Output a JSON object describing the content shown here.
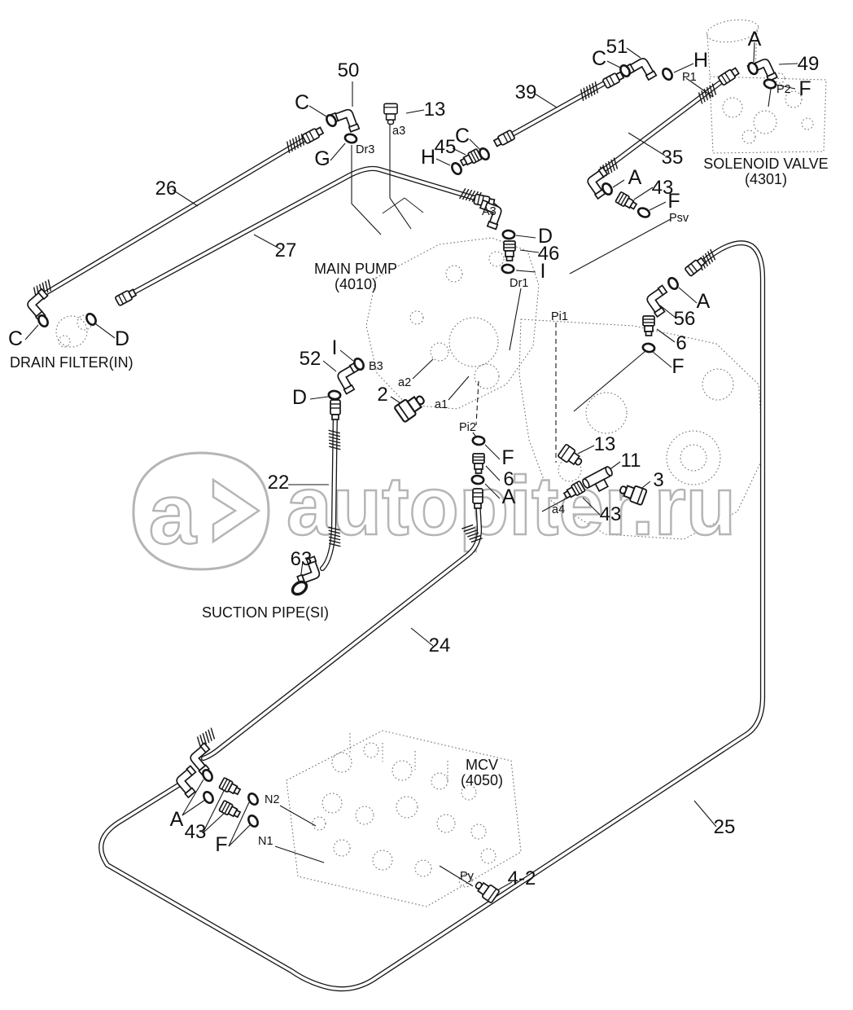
{
  "page": {
    "background": "#ffffff",
    "ink_color": "#161616",
    "watermark_color": "#aeaeae"
  },
  "watermark": {
    "logo_letter": "a",
    "logo_chevron_icon": "chevron-right",
    "brand": "autopiter.ru"
  },
  "components": {
    "main_pump": {
      "name": "MAIN PUMP",
      "code": "(4010)"
    },
    "solenoid_valve": {
      "name": "SOLENOID VALVE",
      "code": "(4301)"
    },
    "mcv": {
      "name": "MCV",
      "code": "(4050)"
    },
    "drain_filter": {
      "name": "DRAIN FILTER(IN)"
    },
    "suction_pipe": {
      "name": "SUCTION PIPE(SI)"
    }
  },
  "part_numbers": [
    "50",
    "13",
    "26",
    "27",
    "39",
    "45",
    "51",
    "49",
    "35",
    "43",
    "46",
    "56",
    "6",
    "52",
    "2",
    "22",
    "63",
    "6",
    "13",
    "11",
    "3",
    "43",
    "24",
    "25",
    "43",
    "4-2"
  ],
  "ref_letters": [
    "C",
    "G",
    "C",
    "H",
    "C",
    "H",
    "A",
    "F",
    "A",
    "F",
    "D",
    "I",
    "A",
    "F",
    "C",
    "D",
    "I",
    "D",
    "F",
    "A",
    "A",
    "F"
  ],
  "port_labels": [
    "a3",
    "Dr3",
    "A3",
    "P1",
    "P2",
    "Psv",
    "Dr1",
    "Pi1",
    "B3",
    "a2",
    "a1",
    "Pi2",
    "a4",
    "N2",
    "N1",
    "Py"
  ]
}
